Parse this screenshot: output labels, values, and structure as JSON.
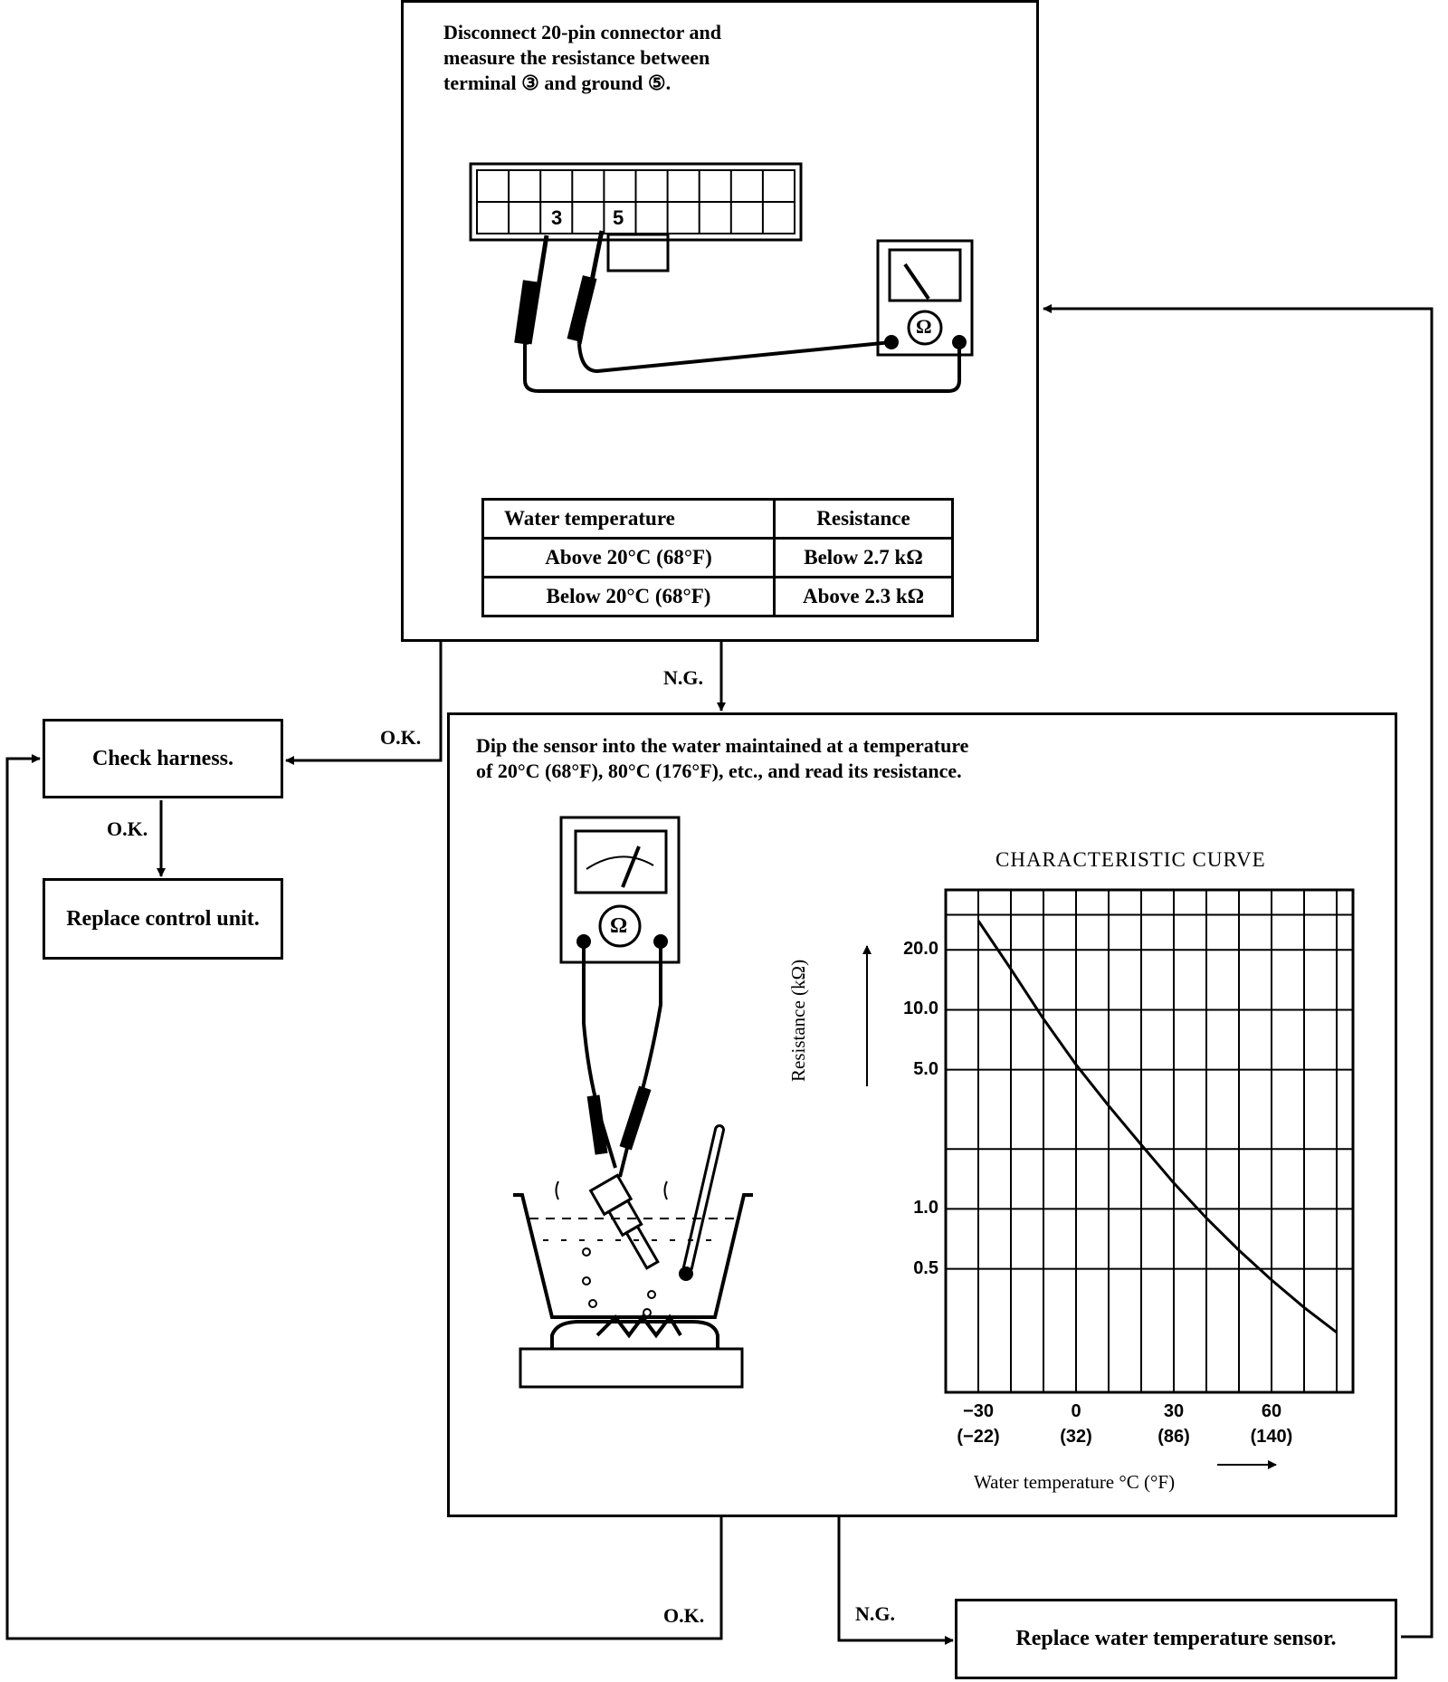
{
  "step1": {
    "instruction": "Disconnect 20-pin connector and\nmeasure the resistance between\nterminal ③ and ground ⑤.",
    "pin_a": "3",
    "pin_b": "5",
    "meter_icon": "Ω",
    "table": {
      "headers": [
        "Water temperature",
        "Resistance"
      ],
      "rows": [
        [
          "Above 20°C (68°F)",
          "Below 2.7 kΩ"
        ],
        [
          "Below 20°C (68°F)",
          "Above 2.3 kΩ"
        ]
      ]
    }
  },
  "step2": {
    "instruction": "Dip the sensor into the water maintained at a temperature\nof 20°C (68°F), 80°C (176°F), etc., and read its resistance.",
    "meter_icon": "Ω"
  },
  "boxes": {
    "check_harness": "Check harness.",
    "replace_control_unit": "Replace control unit.",
    "replace_sensor": "Replace water temperature sensor."
  },
  "flow_labels": {
    "ok_1": "O.K.",
    "ng_1": "N.G.",
    "ok_2": "O.K.",
    "ok_3": "O.K.",
    "ng_2": "N.G."
  },
  "chart_data": {
    "type": "line",
    "title": "CHARACTERISTIC CURVE",
    "xlabel": "Water temperature °C (°F)",
    "ylabel": "Resistance (kΩ)",
    "y_scale": "log",
    "x_ticks": [
      {
        "value": -30,
        "label": "−30",
        "sub": "(−22)"
      },
      {
        "value": 0,
        "label": "0",
        "sub": "(32)"
      },
      {
        "value": 30,
        "label": "30",
        "sub": "(86)"
      },
      {
        "value": 60,
        "label": "60",
        "sub": "(140)"
      }
    ],
    "y_ticks": [
      {
        "value": 20,
        "label": "20.0"
      },
      {
        "value": 10,
        "label": "10.0"
      },
      {
        "value": 5,
        "label": "5.0"
      },
      {
        "value": 1,
        "label": "1.0"
      },
      {
        "value": 0.5,
        "label": "0.5"
      }
    ],
    "series": [
      {
        "x": [
          -30,
          -20,
          -10,
          0,
          10,
          20,
          30,
          40,
          50,
          60,
          70,
          80
        ],
        "y": [
          28,
          16,
          9,
          5.3,
          3.3,
          2.1,
          1.35,
          0.9,
          0.62,
          0.44,
          0.32,
          0.24
        ]
      }
    ],
    "grid": true
  }
}
